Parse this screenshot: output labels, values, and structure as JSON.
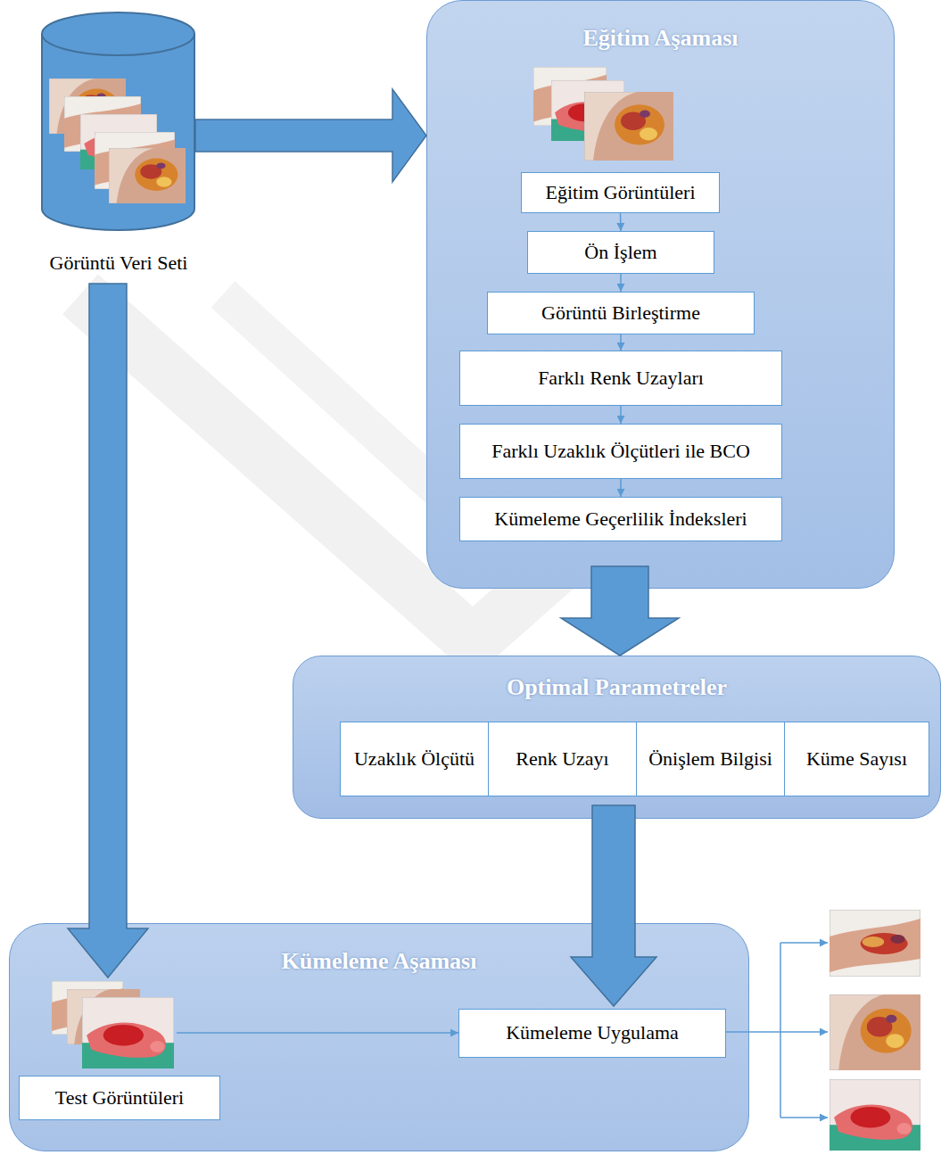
{
  "diagram": {
    "nodes": [
      {
        "text": [
          "Görüntü Veri Seti"
        ]
      },
      {
        "text": [
          "Eğitim Aşaması"
        ]
      },
      {
        "text": [
          "Eğitim Görüntüleri"
        ],
        "in": 1
      },
      {
        "text": [
          "Ön İşlem"
        ],
        "in": 1
      },
      {
        "text": [
          "Görüntü Birleştirme"
        ],
        "in": 1
      },
      {
        "text": [
          "Farklı Renk Uzayları"
        ],
        "in": 1
      },
      {
        "text": [
          "Farklı Uzaklık Ölçütleri ile BCO"
        ],
        "in": 1
      },
      {
        "text": [
          "Kümeleme Geçerlilik İndeksleri"
        ],
        "in": 1
      },
      {
        "text": [
          "Optimal Parametreler"
        ]
      },
      {
        "text": [
          "Uzaklık Ölçütü"
        ],
        "in": 8
      },
      {
        "text": [
          "Renk Uzayı"
        ],
        "in": 8
      },
      {
        "text": [
          "Önişlem Bilgisi"
        ],
        "in": 8
      },
      {
        "text": [
          "Küme Sayısı"
        ],
        "in": 8
      },
      {
        "text": [
          "Kümeleme Aşaması"
        ]
      },
      {
        "text": [
          "Test Görüntüleri"
        ],
        "in": 13
      },
      {
        "text": [
          "Kümeleme Uygulama"
        ],
        "in": 13
      }
    ],
    "edges": [
      {
        "from": 0,
        "to": 1,
        "arrow": "to"
      },
      {
        "from": 0,
        "to": 14,
        "arrow": "to"
      },
      {
        "from": 2,
        "to": 3,
        "arrow": "to"
      },
      {
        "from": 3,
        "to": 4,
        "arrow": "to"
      },
      {
        "from": 4,
        "to": 5,
        "arrow": "to"
      },
      {
        "from": 5,
        "to": 6,
        "arrow": "to"
      },
      {
        "from": 6,
        "to": 7,
        "arrow": "to"
      },
      {
        "from": 1,
        "to": 8,
        "arrow": "to"
      },
      {
        "from": 8,
        "to": 15,
        "arrow": "to"
      },
      {
        "from": 14,
        "to": 15,
        "arrow": "to"
      }
    ]
  }
}
